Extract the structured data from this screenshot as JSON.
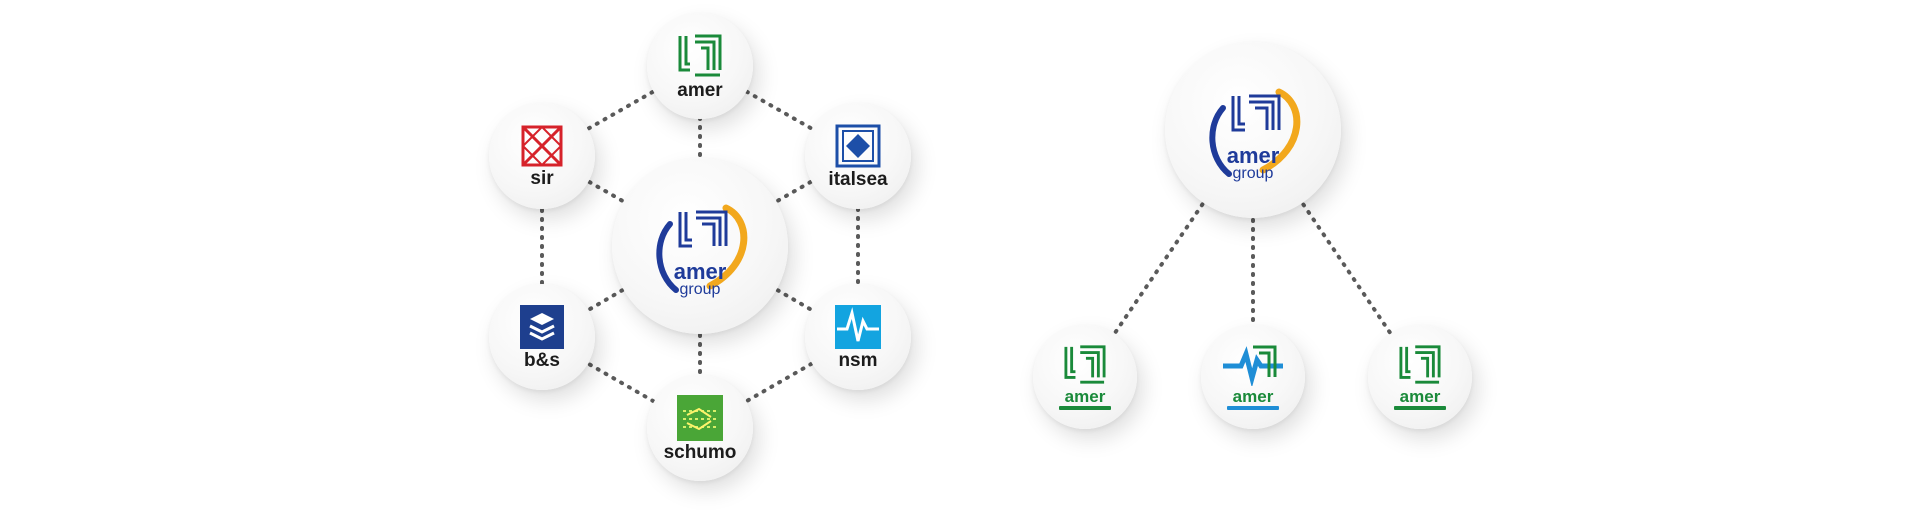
{
  "left_hub": {
    "center": {
      "line1": "amer",
      "line2": "group"
    },
    "nodes": [
      {
        "key": "amer",
        "label": "amer",
        "icon": "amer-logo-icon",
        "color": "#1a8a3a"
      },
      {
        "key": "italsea",
        "label": "italsea",
        "icon": "italsea-logo-icon",
        "color": "#1d4fa8"
      },
      {
        "key": "nsm",
        "label": "nsm",
        "icon": "nsm-logo-icon",
        "color": "#13a4e0"
      },
      {
        "key": "schumo",
        "label": "schumo",
        "icon": "schumo-logo-icon",
        "color": "#4aa637"
      },
      {
        "key": "bs",
        "label": "b&s",
        "icon": "bs-logo-icon",
        "color": "#1e3f8e"
      },
      {
        "key": "sir",
        "label": "sir",
        "icon": "sir-logo-icon",
        "color": "#d6222a"
      }
    ]
  },
  "right_tree": {
    "center": {
      "line1": "amer",
      "line2": "group"
    },
    "children": [
      {
        "key": "amer-1",
        "label": "amer",
        "icon": "amer-logo-icon",
        "color": "#1a8a3a"
      },
      {
        "key": "amer-2",
        "label": "amer",
        "icon": "amer-pulse-logo-icon",
        "color": "#1a8a3a"
      },
      {
        "key": "amer-3",
        "label": "amer",
        "icon": "amer-logo-icon",
        "color": "#1a8a3a"
      }
    ]
  },
  "colors": {
    "amer_green": "#1a8a3a",
    "group_blue": "#1f3b9a",
    "swoosh_orange": "#f2a81d",
    "connector": "#5a5a5a"
  }
}
